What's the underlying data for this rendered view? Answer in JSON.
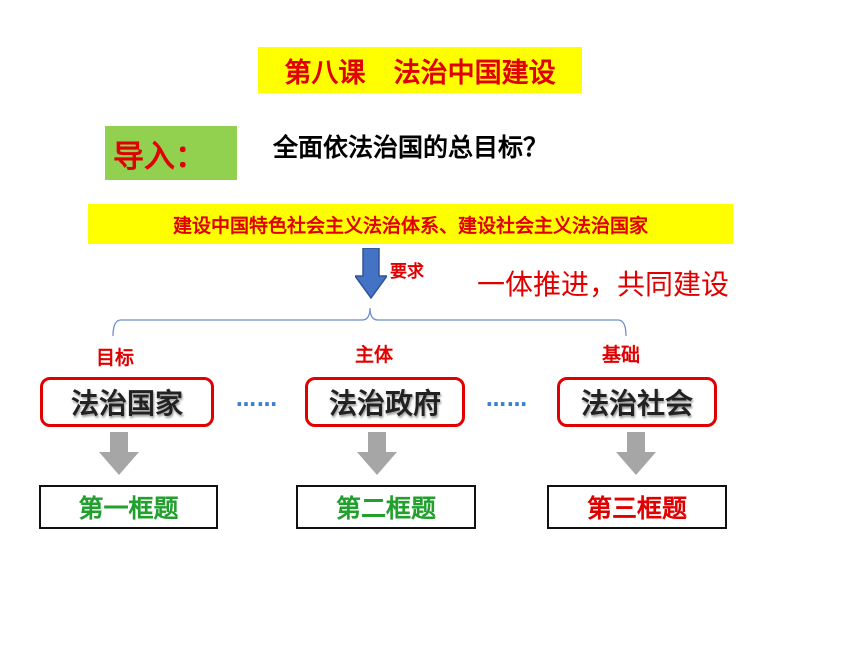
{
  "title": "第八课   法治中国建设",
  "intro": {
    "label": "导入：",
    "question": "全面依法治国的总目标？"
  },
  "goal": "建设中国特色社会主义法治体系、建设社会主义法治国家",
  "requirement_label": "要求",
  "slogan": "一体推进，共同建设",
  "columns": [
    {
      "category": "目标",
      "main": "法治国家",
      "sub": "第一框题",
      "sub_color": "#22a02e"
    },
    {
      "category": "主体",
      "main": "法治政府",
      "sub": "第二框题",
      "sub_color": "#22a02e"
    },
    {
      "category": "基础",
      "main": "法治社会",
      "sub": "第三框题",
      "sub_color": "#e00000"
    }
  ],
  "separator": "……",
  "colors": {
    "highlight_yellow": "#ffff00",
    "red": "#e00000",
    "green_box": "#92d050",
    "blue_arrow": "#4472c4",
    "gray_arrow": "#a6a6a6"
  }
}
